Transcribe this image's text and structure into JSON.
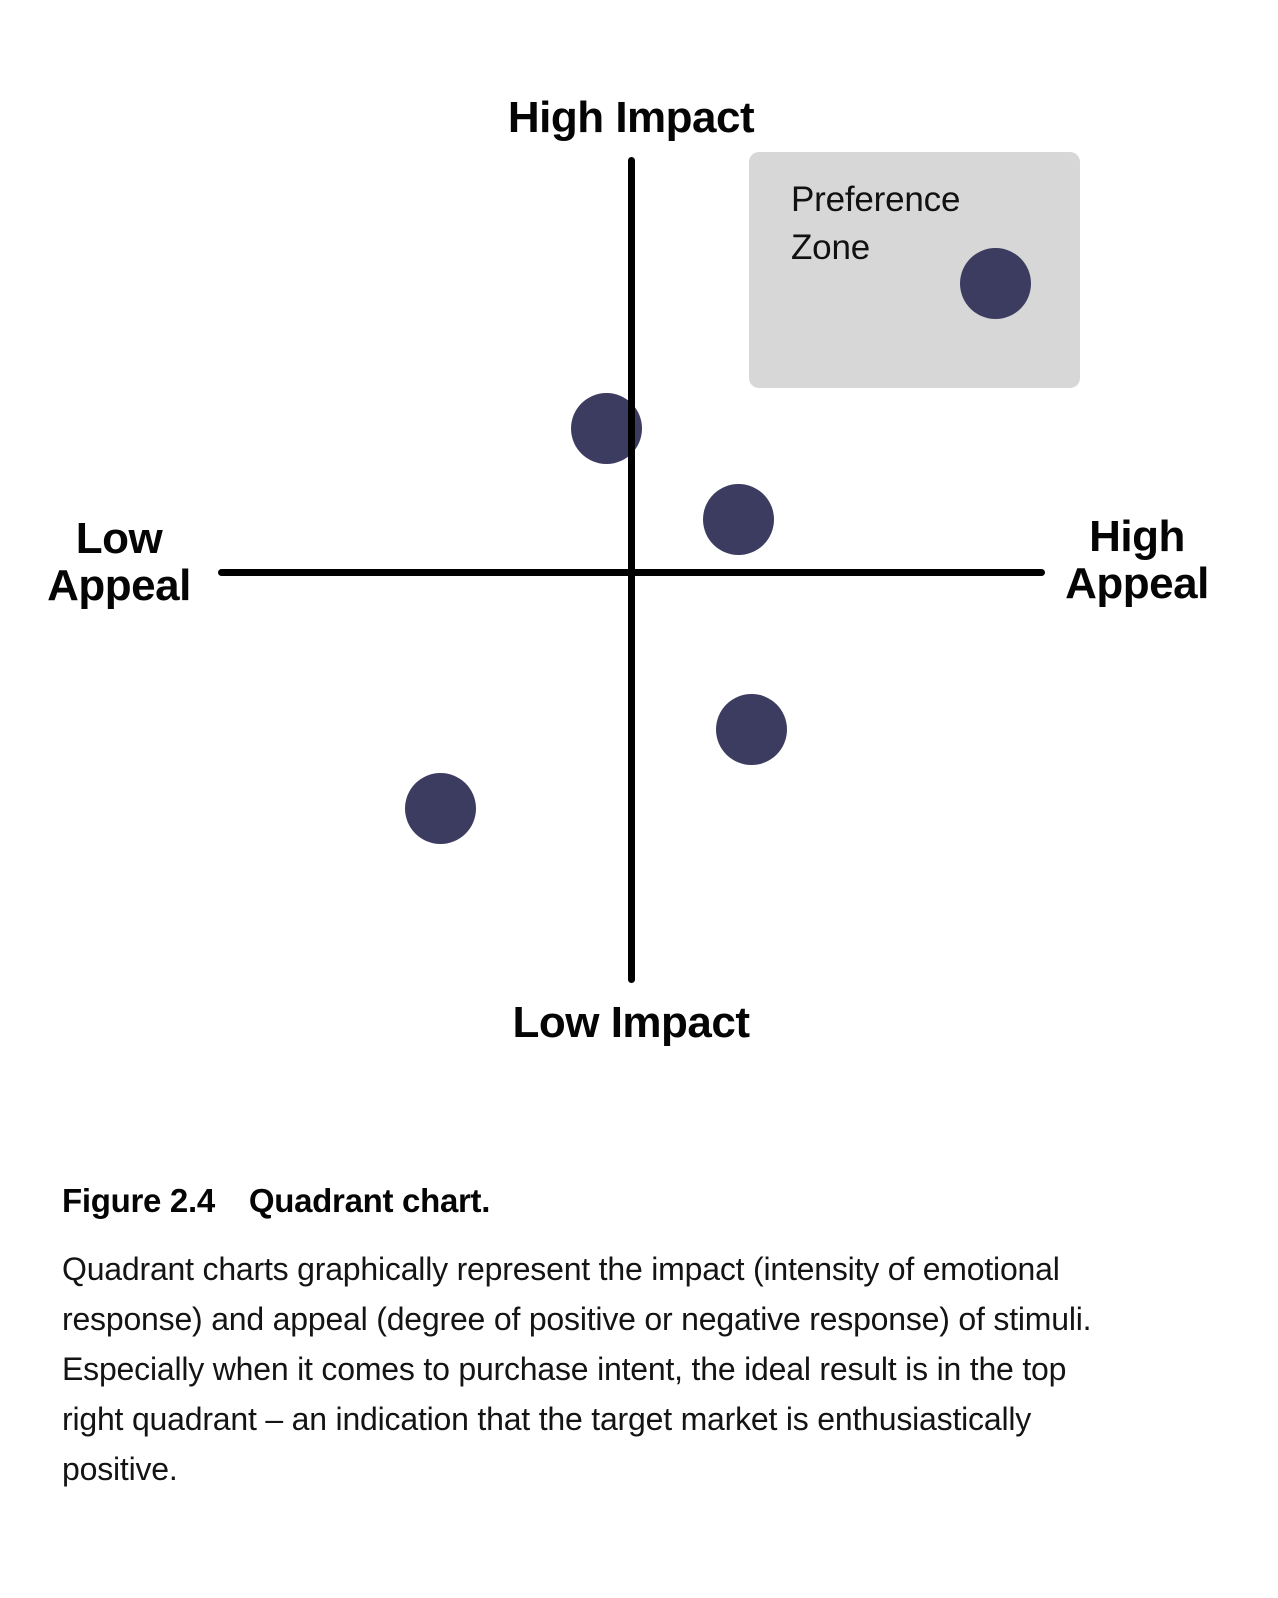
{
  "chart_data": {
    "type": "scatter",
    "title": "Quadrant chart",
    "axis_labels": {
      "top": "High Impact",
      "bottom": "Low Impact",
      "left_line1": "Low",
      "left_line2": "Appeal",
      "right_line1": "High",
      "right_line2": "Appeal"
    },
    "x_axis": {
      "dimension": "Appeal",
      "range": [
        -1,
        1
      ],
      "ticks": "none",
      "gridlines": false
    },
    "y_axis": {
      "dimension": "Impact",
      "range": [
        -1,
        1
      ],
      "ticks": "none",
      "gridlines": false
    },
    "preference_zone": {
      "label_line1": "Preference",
      "label_line2": "Zone",
      "bounds": {
        "appeal": [
          0.29,
          1.08
        ],
        "impact": [
          0.45,
          1.02
        ]
      }
    },
    "points": [
      {
        "appeal": 0.88,
        "impact": 0.7,
        "in_preference_zone": true
      },
      {
        "appeal": -0.06,
        "impact": 0.35,
        "in_preference_zone": false
      },
      {
        "appeal": 0.26,
        "impact": 0.13,
        "in_preference_zone": false
      },
      {
        "appeal": 0.29,
        "impact": -0.38,
        "in_preference_zone": false
      },
      {
        "appeal": -0.46,
        "impact": -0.57,
        "in_preference_zone": false
      }
    ],
    "colors": {
      "point": "#3c3b60",
      "zone_background": "#d7d7d7",
      "axis": "#000000"
    },
    "legend": "none"
  },
  "caption": {
    "figure_label": "Figure 2.4",
    "figure_title": "Quadrant chart.",
    "description_lines": [
      "Quadrant charts graphically represent the impact (intensity of emotional",
      "response) and appeal (degree of positive or negative response) of stimuli.",
      "Especially when it comes to purchase intent, the ideal result is in the top",
      "right quadrant – an indication that the target market is enthusiastically",
      "positive."
    ]
  }
}
